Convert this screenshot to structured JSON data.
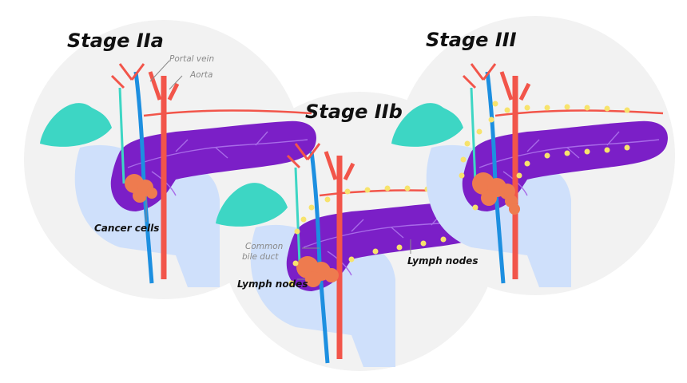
{
  "stages": [
    {
      "title": "Stage IIa"
    },
    {
      "title": "Stage IIb"
    },
    {
      "title": "Stage III"
    }
  ],
  "labels": {
    "portal_vein": "Portal vein",
    "aorta": "Aorta",
    "cancer_cells": "Cancer cells",
    "common_bile_duct_line1": "Common",
    "common_bile_duct_line2": "bile duct",
    "lymph_nodes_left": "Lymph nodes",
    "lymph_nodes_right": "Lymph nodes"
  },
  "colors": {
    "background_circle": "#f2f2f2",
    "pancreas": "#7b1fc7",
    "pancreas_vessels": "#a86be8",
    "gallbladder": "#3dd6c4",
    "duodenum": "#cfe0fb",
    "artery": "#f2554a",
    "vein": "#1d8fe0",
    "tumor": "#ee7b4f",
    "lymph_node": "#f7e36c"
  }
}
